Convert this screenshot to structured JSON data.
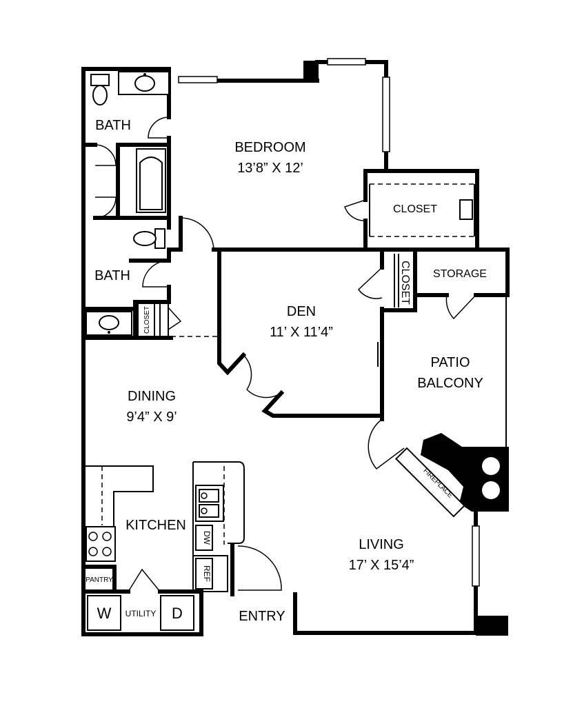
{
  "rooms": {
    "bath_upper": {
      "name": "BATH"
    },
    "bedroom": {
      "name": "BEDROOM",
      "dims": "13’8” X 12’"
    },
    "closet_bedroom": {
      "name": "CLOSET"
    },
    "bath_lower": {
      "name": "BATH"
    },
    "closet_bath": {
      "name": "CLOSET"
    },
    "den": {
      "name": "DEN",
      "dims": "11’ X 11’4”"
    },
    "closet_den": {
      "name": "CLOSET"
    },
    "storage": {
      "name": "STORAGE"
    },
    "patio": {
      "name_line1": "PATIO",
      "name_line2": "BALCONY"
    },
    "dining": {
      "name": "DINING",
      "dims": "9’4” X 9’"
    },
    "kitchen": {
      "name": "KITCHEN"
    },
    "pantry": {
      "name": "PANTRY"
    },
    "utility": {
      "name": "UTILITY"
    },
    "entry": {
      "name": "ENTRY"
    },
    "living": {
      "name": "LIVING",
      "dims": "17’ X 15’4”"
    }
  },
  "fixtures": {
    "washer": "W",
    "dryer": "D",
    "dishwasher": "DW",
    "refrigerator": "REF",
    "fireplace": "FIREPLACE"
  }
}
